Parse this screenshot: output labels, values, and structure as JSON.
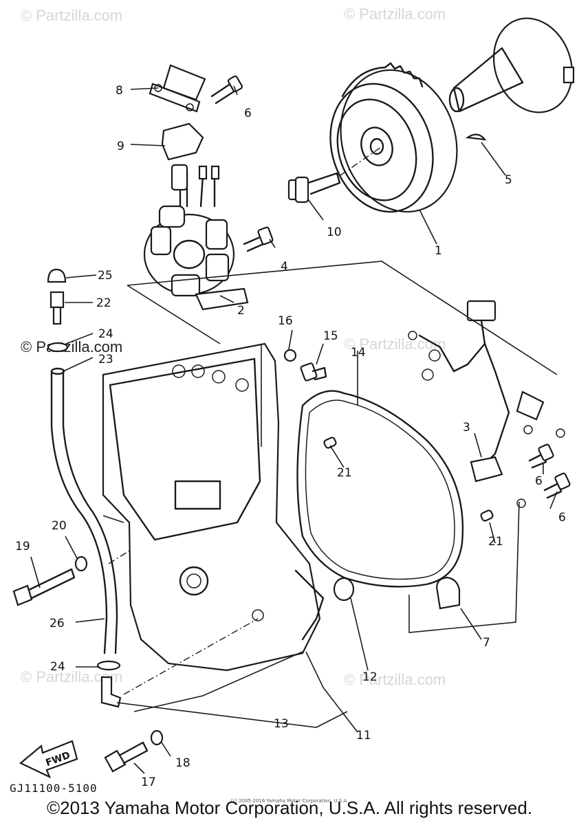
{
  "watermarks": [
    "© Partzilla.com",
    "© Partzilla.com",
    "© Partzilla.com",
    "© Partzilla.com",
    "© Partzilla.com",
    "© Partzilla.com"
  ],
  "callouts": {
    "c1": "1",
    "c2": "2",
    "c3": "3",
    "c4": "4",
    "c5": "5",
    "c6a": "6",
    "c6b": "6",
    "c6c": "6",
    "c7": "7",
    "c8": "8",
    "c9": "9",
    "c10": "10",
    "c11": "11",
    "c12": "12",
    "c13": "13",
    "c14": "14",
    "c15": "15",
    "c16": "16",
    "c17": "17",
    "c18": "18",
    "c19": "19",
    "c20": "20",
    "c21a": "21",
    "c21b": "21",
    "c22": "22",
    "c23": "23",
    "c24a": "24",
    "c24b": "24",
    "c25": "25",
    "c26": "26"
  },
  "fwd_label": "FWD",
  "diagram_code": "GJ11100-5100",
  "copyright": "©2013 Yamaha Motor Corporation, U.S.A. All rights reserved.",
  "small_copyright": "(c) 2005-2016 Yamaha Motor Corporation, U.S.A."
}
